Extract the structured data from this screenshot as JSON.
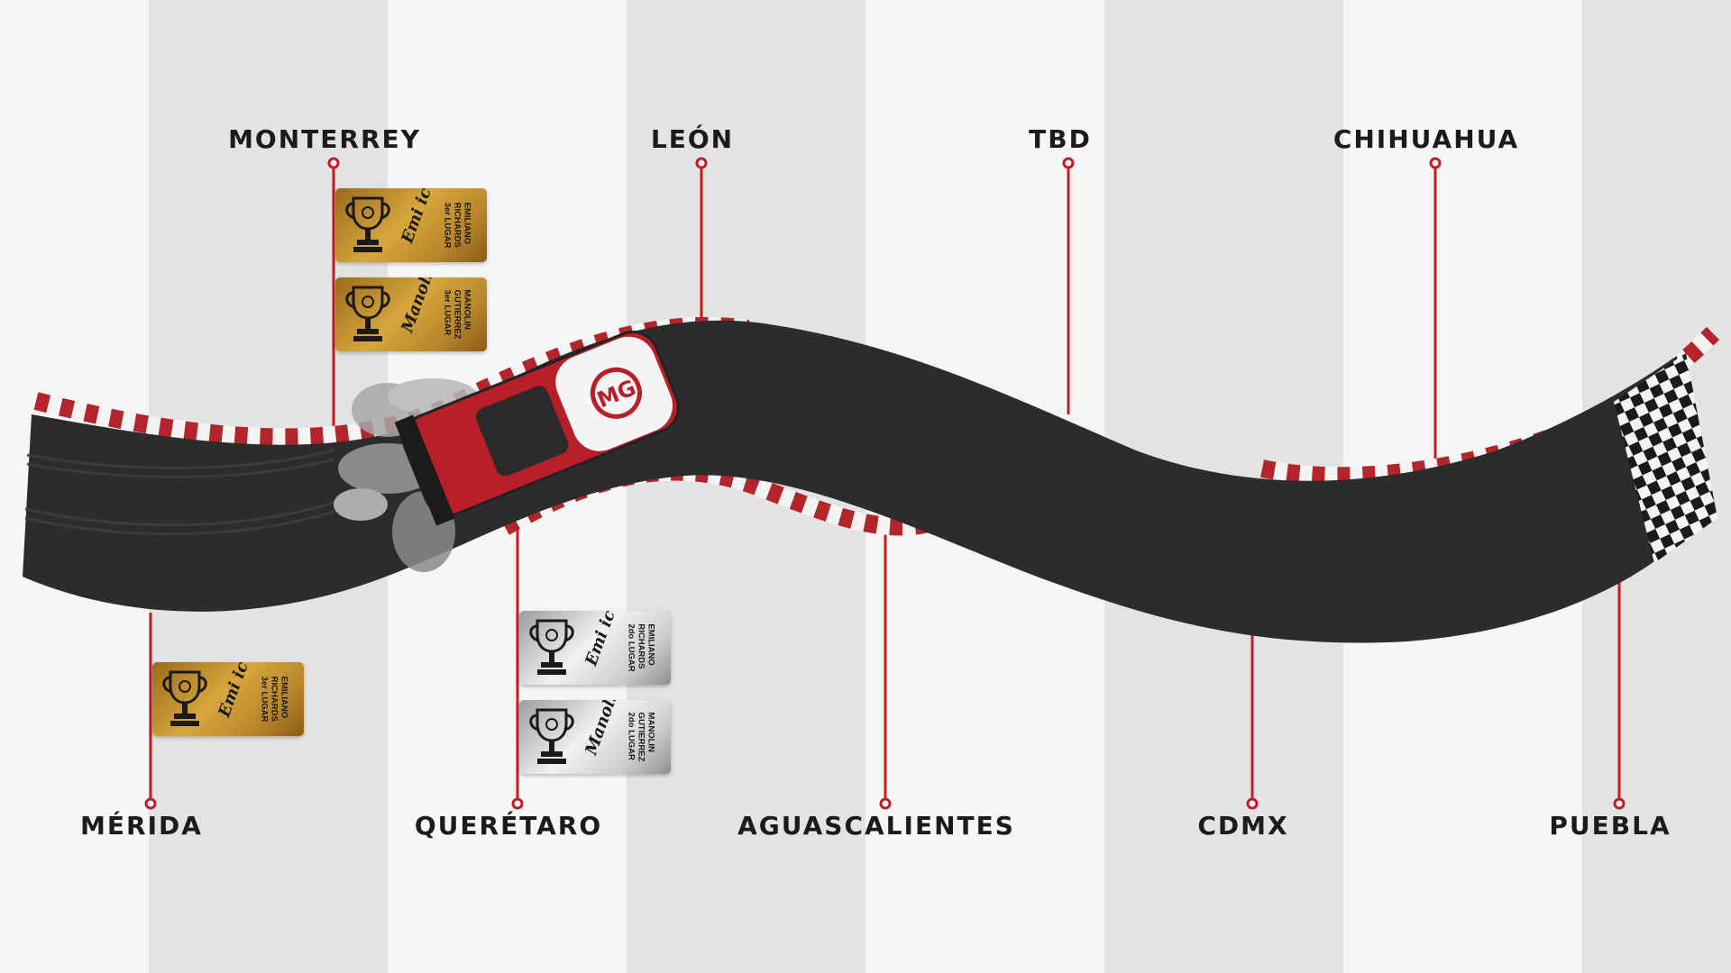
{
  "colors": {
    "track": "#2d2c2d",
    "curb_red": "#b3252b",
    "curb_white": "#f4f4f4",
    "marker_line": "#c01d25",
    "text": "#1b1b1b",
    "stripe_dark": "#e3e3e3",
    "stripe_light": "#f6f6f6"
  },
  "stops_top": [
    {
      "name": "MONTERREY"
    },
    {
      "name": "LEÓN"
    },
    {
      "name": "TBD"
    },
    {
      "name": "CHIHUAHUA"
    }
  ],
  "stops_bottom": [
    {
      "name": "MÉRIDA"
    },
    {
      "name": "QUERÉTARO"
    },
    {
      "name": "AGUASCALIENTES"
    },
    {
      "name": "CDMX"
    },
    {
      "name": "PUEBLA"
    }
  ],
  "trophies": {
    "monterrey": [
      {
        "type": "gold",
        "signature": "Emi ic",
        "name1": "EMILIANO",
        "name2": "RICHARDS",
        "place": "3er LUGAR",
        "icon": "trophy-icon"
      },
      {
        "type": "gold",
        "signature": "Manolin GTZ",
        "name1": "MANOLIN",
        "name2": "GUTIERREZ",
        "place": "3er LUGAR",
        "icon": "trophy-icon"
      }
    ],
    "merida": [
      {
        "type": "gold",
        "signature": "Emi ic",
        "name1": "EMILIANO",
        "name2": "RICHARDS",
        "place": "3er LUGAR",
        "icon": "trophy-icon"
      }
    ],
    "queretaro": [
      {
        "type": "silver",
        "signature": "Emi ic",
        "name1": "EMILIANO",
        "name2": "RICHARDS",
        "place": "2do LUGAR",
        "icon": "trophy-icon"
      },
      {
        "type": "silver",
        "signature": "Manolin GTZ",
        "name1": "MANOLIN",
        "name2": "GUTIERREZ",
        "place": "2do LUGAR",
        "icon": "trophy-icon"
      }
    ]
  },
  "car": {
    "badge": "MG",
    "icon": "race-car-icon"
  },
  "finish": {
    "icon": "checkered-flag-icon"
  }
}
